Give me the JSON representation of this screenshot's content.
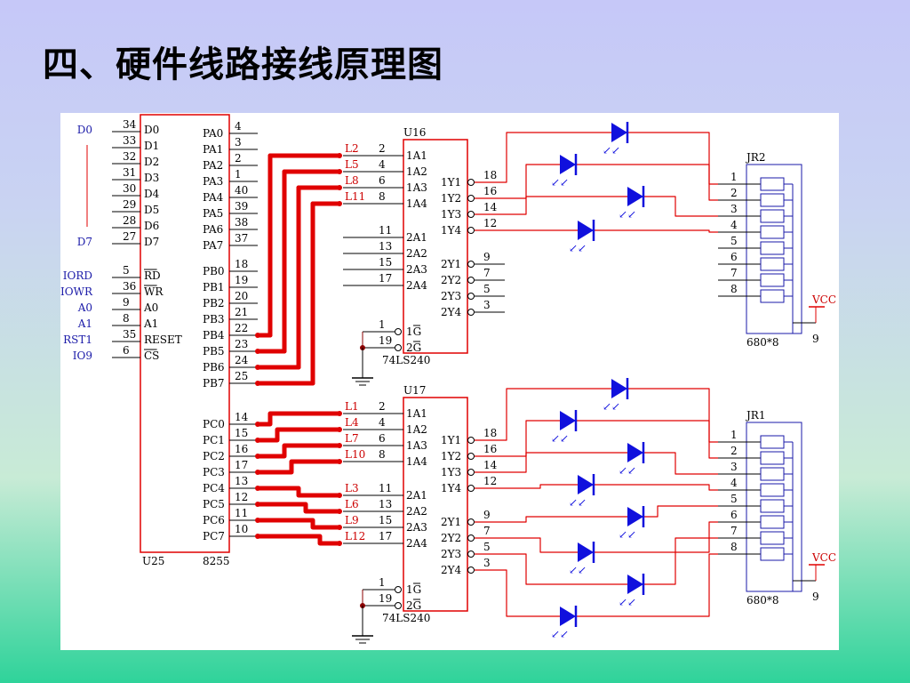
{
  "title": "四、硬件线路接线原理图",
  "chip8255": {
    "ref": "U25",
    "part": "8255",
    "left_pins": [
      {
        "sig": "D0",
        "num": "34",
        "net": "D0"
      },
      {
        "sig": "D1",
        "num": "33",
        "net": ""
      },
      {
        "sig": "D2",
        "num": "32",
        "net": ""
      },
      {
        "sig": "D3",
        "num": "31",
        "net": ""
      },
      {
        "sig": "D4",
        "num": "30",
        "net": ""
      },
      {
        "sig": "D5",
        "num": "29",
        "net": ""
      },
      {
        "sig": "D6",
        "num": "28",
        "net": ""
      },
      {
        "sig": "D7",
        "num": "27",
        "net": "D7"
      },
      {
        "sig": "RD",
        "num": "5",
        "net": "IORD",
        "bar": true
      },
      {
        "sig": "WR",
        "num": "36",
        "net": "IOWR",
        "bar": true
      },
      {
        "sig": "A0",
        "num": "9",
        "net": "A0"
      },
      {
        "sig": "A1",
        "num": "8",
        "net": "A1"
      },
      {
        "sig": "RESET",
        "num": "35",
        "net": "RST1"
      },
      {
        "sig": "CS",
        "num": "6",
        "net": "IO9",
        "bar": true
      }
    ],
    "pa_pins": [
      {
        "sig": "PA0",
        "num": "4"
      },
      {
        "sig": "PA1",
        "num": "3"
      },
      {
        "sig": "PA2",
        "num": "2"
      },
      {
        "sig": "PA3",
        "num": "1"
      },
      {
        "sig": "PA4",
        "num": "40"
      },
      {
        "sig": "PA5",
        "num": "39"
      },
      {
        "sig": "PA6",
        "num": "38"
      },
      {
        "sig": "PA7",
        "num": "37"
      }
    ],
    "pb_pins": [
      {
        "sig": "PB0",
        "num": "18"
      },
      {
        "sig": "PB1",
        "num": "19"
      },
      {
        "sig": "PB2",
        "num": "20"
      },
      {
        "sig": "PB3",
        "num": "21"
      },
      {
        "sig": "PB4",
        "num": "22"
      },
      {
        "sig": "PB5",
        "num": "23"
      },
      {
        "sig": "PB6",
        "num": "24"
      },
      {
        "sig": "PB7",
        "num": "25"
      }
    ],
    "pc_pins": [
      {
        "sig": "PC0",
        "num": "14"
      },
      {
        "sig": "PC1",
        "num": "15"
      },
      {
        "sig": "PC2",
        "num": "16"
      },
      {
        "sig": "PC3",
        "num": "17"
      },
      {
        "sig": "PC4",
        "num": "13"
      },
      {
        "sig": "PC5",
        "num": "12"
      },
      {
        "sig": "PC6",
        "num": "11"
      },
      {
        "sig": "PC7",
        "num": "10"
      }
    ]
  },
  "buffers": [
    {
      "ref": "U16",
      "part": "74LS240",
      "inputs": [
        {
          "sig": "1A1",
          "num": "2",
          "net": "L2"
        },
        {
          "sig": "1A2",
          "num": "4",
          "net": "L5"
        },
        {
          "sig": "1A3",
          "num": "6",
          "net": "L8"
        },
        {
          "sig": "1A4",
          "num": "8",
          "net": "L11"
        },
        {
          "sig": "2A1",
          "num": "11",
          "net": ""
        },
        {
          "sig": "2A2",
          "num": "13",
          "net": ""
        },
        {
          "sig": "2A3",
          "num": "15",
          "net": ""
        },
        {
          "sig": "2A4",
          "num": "17",
          "net": ""
        }
      ],
      "outputs": [
        {
          "sig": "1Y1",
          "num": "18"
        },
        {
          "sig": "1Y2",
          "num": "16"
        },
        {
          "sig": "1Y3",
          "num": "14"
        },
        {
          "sig": "1Y4",
          "num": "12"
        },
        {
          "sig": "2Y1",
          "num": "9"
        },
        {
          "sig": "2Y2",
          "num": "7"
        },
        {
          "sig": "2Y3",
          "num": "5"
        },
        {
          "sig": "2Y4",
          "num": "3"
        }
      ],
      "enables": [
        {
          "sig": "1G",
          "num": "1"
        },
        {
          "sig": "2G",
          "num": "19"
        }
      ],
      "resistor": {
        "ref": "JR2",
        "value": "680*8",
        "pins": [
          "1",
          "2",
          "3",
          "4",
          "5",
          "6",
          "7",
          "8"
        ],
        "common_pin": "9",
        "supply": "VCC"
      }
    },
    {
      "ref": "U17",
      "part": "74LS240",
      "inputs": [
        {
          "sig": "1A1",
          "num": "2",
          "net": "L1"
        },
        {
          "sig": "1A2",
          "num": "4",
          "net": "L4"
        },
        {
          "sig": "1A3",
          "num": "6",
          "net": "L7"
        },
        {
          "sig": "1A4",
          "num": "8",
          "net": "L10"
        },
        {
          "sig": "2A1",
          "num": "11",
          "net": "L3"
        },
        {
          "sig": "2A2",
          "num": "13",
          "net": "L6"
        },
        {
          "sig": "2A3",
          "num": "15",
          "net": "L9"
        },
        {
          "sig": "2A4",
          "num": "17",
          "net": "L12"
        }
      ],
      "outputs": [
        {
          "sig": "1Y1",
          "num": "18"
        },
        {
          "sig": "1Y2",
          "num": "16"
        },
        {
          "sig": "1Y3",
          "num": "14"
        },
        {
          "sig": "1Y4",
          "num": "12"
        },
        {
          "sig": "2Y1",
          "num": "9"
        },
        {
          "sig": "2Y2",
          "num": "7"
        },
        {
          "sig": "2Y3",
          "num": "5"
        },
        {
          "sig": "2Y4",
          "num": "3"
        }
      ],
      "enables": [
        {
          "sig": "1G",
          "num": "1"
        },
        {
          "sig": "2G",
          "num": "19"
        }
      ],
      "resistor": {
        "ref": "JR1",
        "value": "680*8",
        "pins": [
          "1",
          "2",
          "3",
          "4",
          "5",
          "6",
          "7",
          "8"
        ],
        "common_pin": "9",
        "supply": "VCC"
      }
    }
  ],
  "colors": {
    "wire": "#000000",
    "signal_wire": "#e00000",
    "led": "#1010dd",
    "label_blue": "#1a1aa8",
    "net_label_red": "#cc0000",
    "chip": "#e00000",
    "resistor": "#1a1aa8"
  }
}
